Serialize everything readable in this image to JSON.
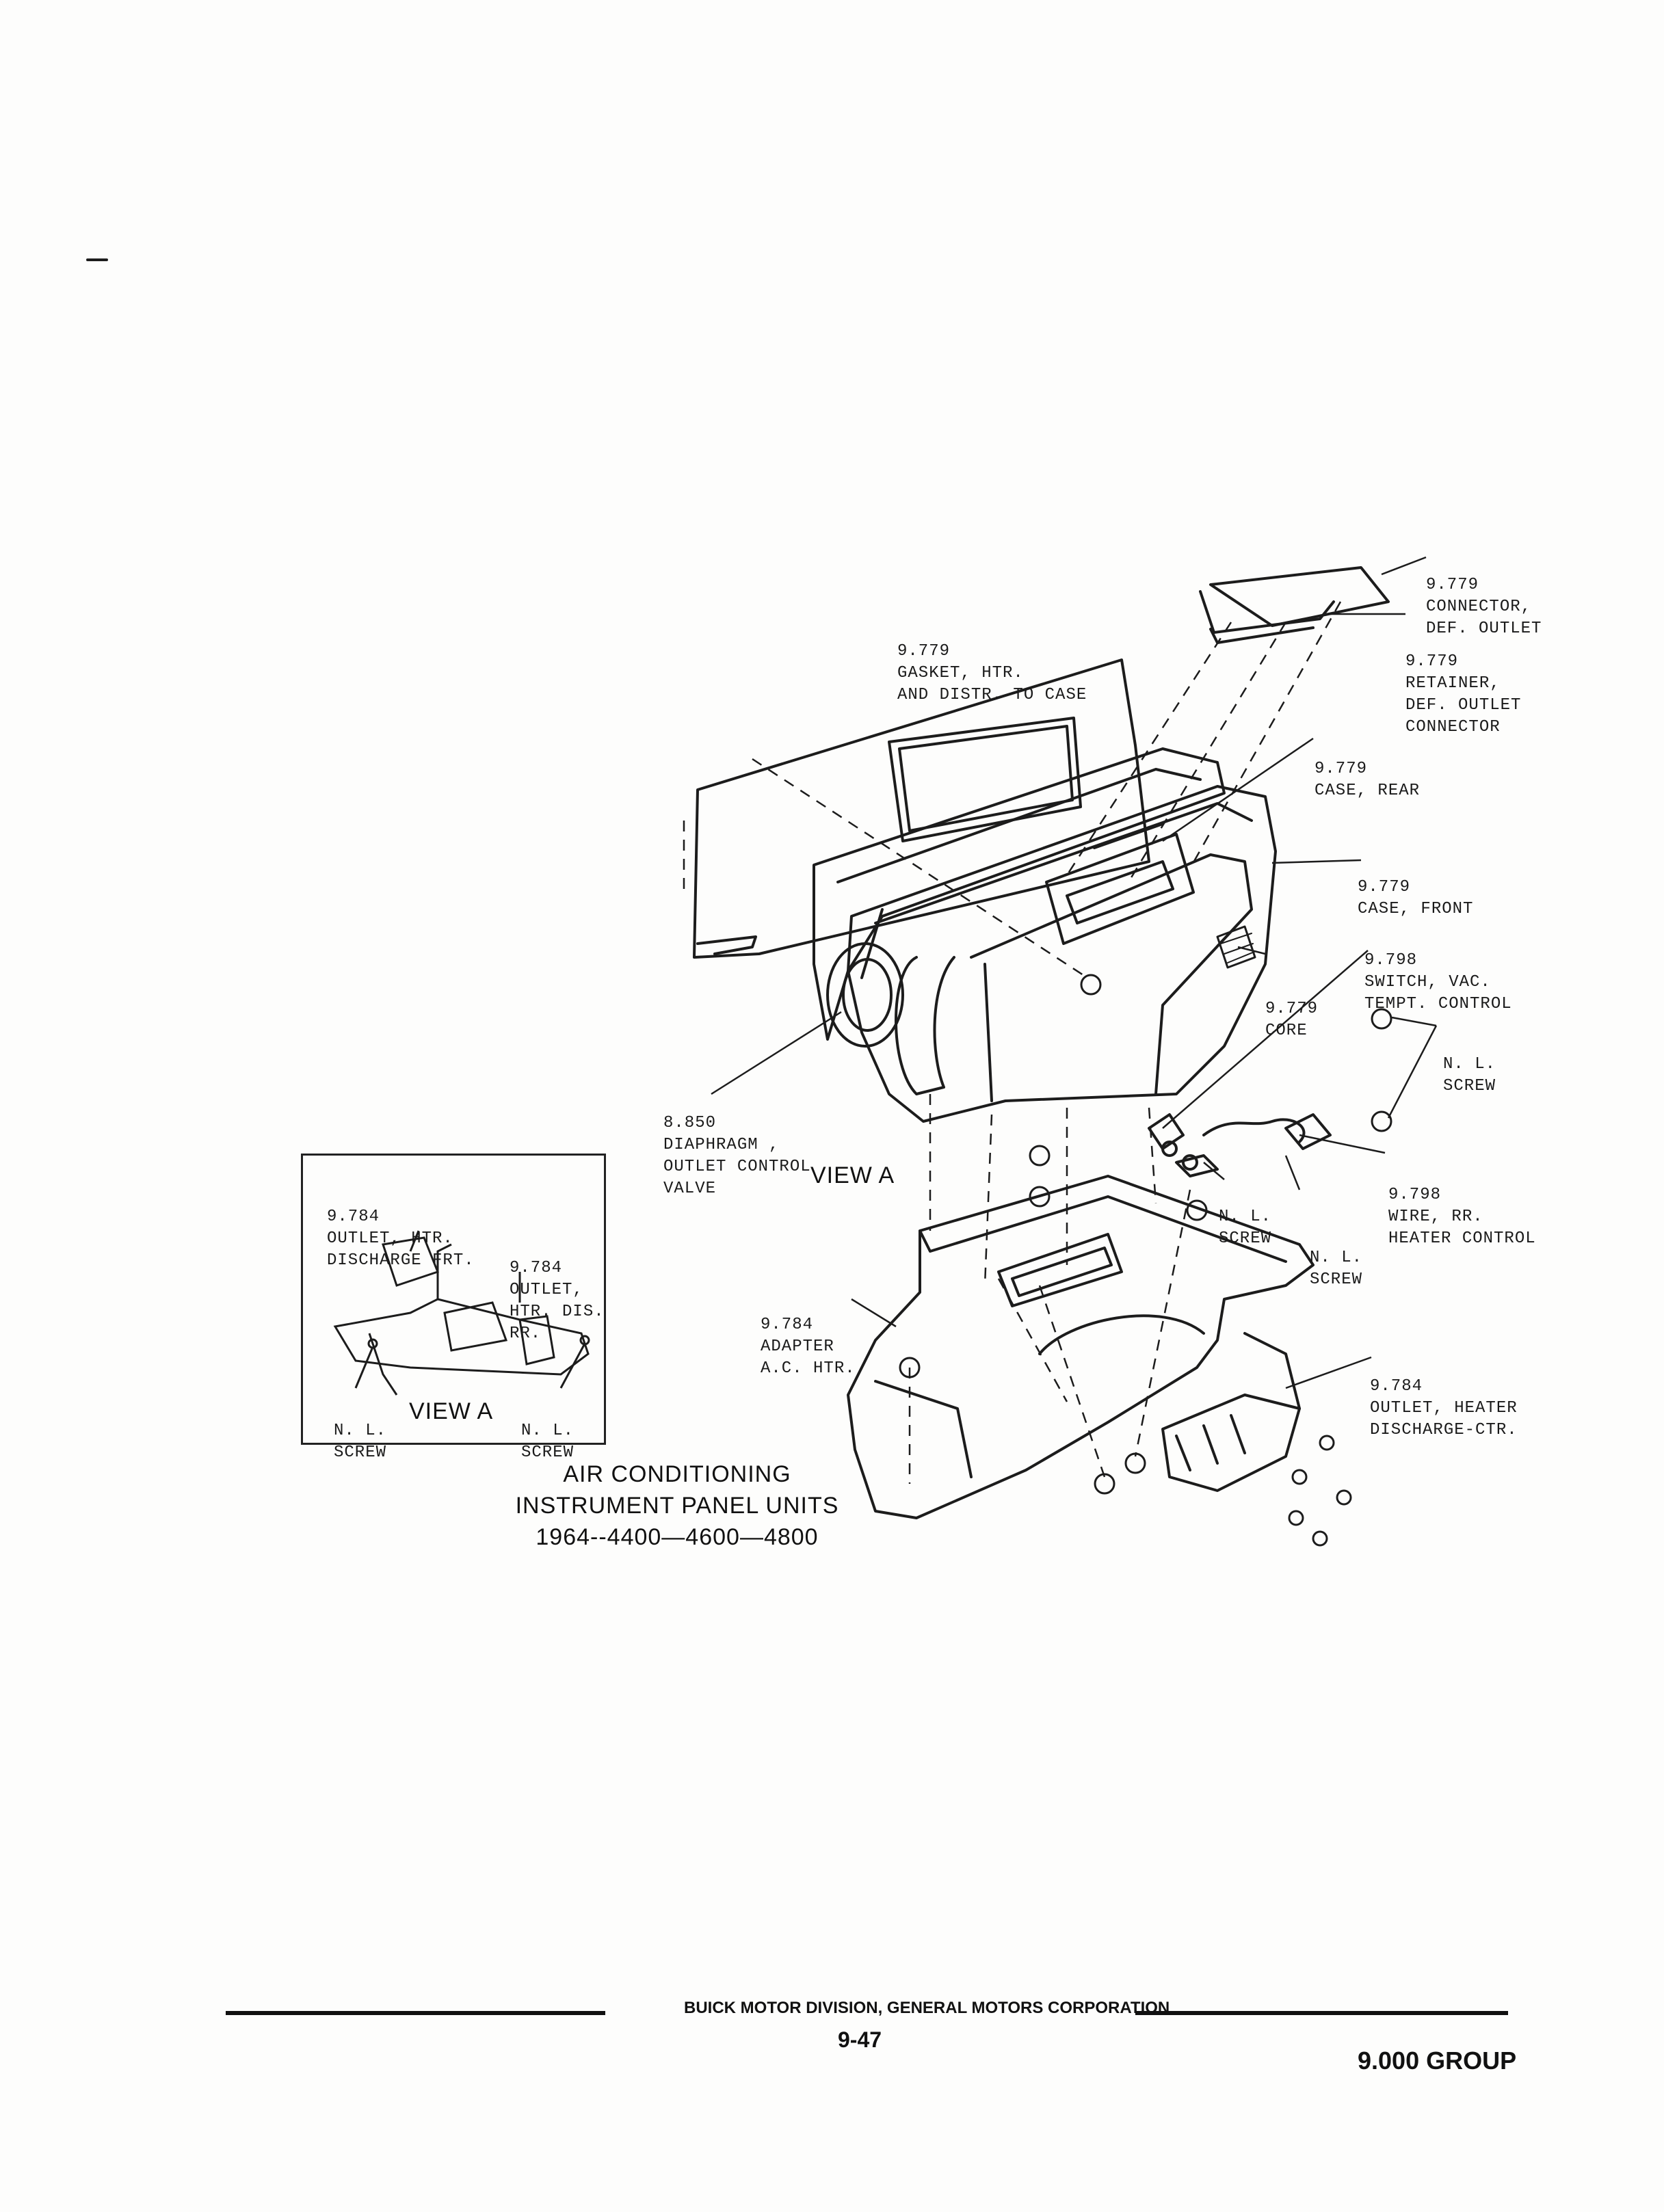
{
  "title": [
    "AIR CONDITIONING",
    "INSTRUMENT PANEL UNITS",
    "1964--4400—4600—4800"
  ],
  "labels": {
    "connector_def_outlet": [
      "9.779",
      "CONNECTOR,",
      "DEF. OUTLET"
    ],
    "retainer": [
      "9.779",
      "RETAINER,",
      "DEF. OUTLET",
      "CONNECTOR"
    ],
    "gasket": [
      "9.779",
      "GASKET, HTR.",
      "AND DISTR. TO CASE"
    ],
    "case_rear": [
      "9.779",
      "CASE, REAR"
    ],
    "case_front": [
      "9.779",
      "CASE, FRONT"
    ],
    "switch_vac": [
      "9.798",
      "SWITCH, VAC.",
      "TEMPT. CONTROL"
    ],
    "core": [
      "9.779",
      "CORE"
    ],
    "nl_screw_right": [
      "N. L.",
      "SCREW"
    ],
    "diaphragm": [
      "8.850",
      "DIAPHRAGM ,",
      "OUTLET CONTROL",
      "VALVE"
    ],
    "wire_rr": [
      "9.798",
      "WIRE, RR.",
      "HEATER CONTROL"
    ],
    "nl_screw_mid": [
      "N. L.",
      "SCREW"
    ],
    "nl_screw_mid2": [
      "N. L.",
      "SCREW"
    ],
    "adapter": [
      "9.784",
      "ADAPTER",
      "A.C. HTR."
    ],
    "outlet_ctr": [
      "9.784",
      "OUTLET, HEATER",
      "DISCHARGE-CTR."
    ],
    "inset_outlet_frt": [
      "9.784",
      "OUTLET, HTR.",
      "DISCHARGE FRT."
    ],
    "inset_outlet_rr": [
      "9.784",
      "OUTLET,",
      "HTR. DIS.",
      "RR."
    ],
    "inset_nl_left": [
      "N. L.",
      "SCREW"
    ],
    "inset_nl_right": [
      "N. L.",
      "SCREW"
    ]
  },
  "view_a_main": "VIEW A",
  "view_a_inset": "VIEW A",
  "footer": {
    "corp": "BUICK MOTOR DIVISION, GENERAL MOTORS CORPORATION",
    "page": "9-47",
    "group": "9.000 GROUP"
  }
}
